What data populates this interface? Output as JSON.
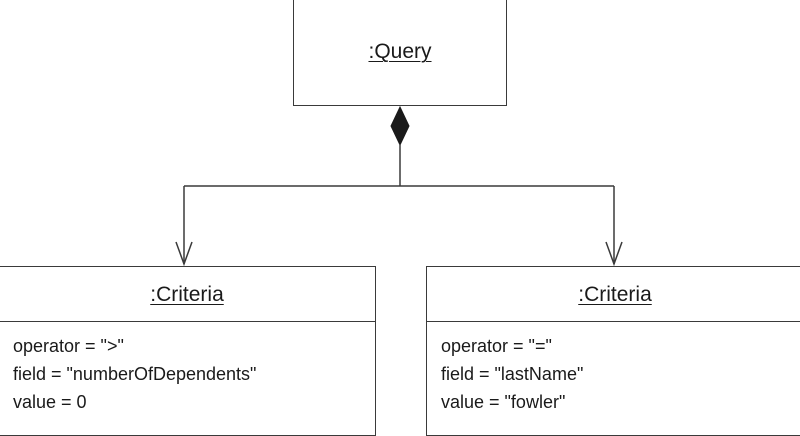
{
  "query": {
    "title": ":Query"
  },
  "criteria": [
    {
      "title": ":Criteria",
      "attributes": [
        "operator = \">\"",
        "field = \"numberOfDependents\"",
        "value = 0"
      ]
    },
    {
      "title": ":Criteria",
      "attributes": [
        "operator = \"=\"",
        "field = \"lastName\"",
        "value = \"fowler\""
      ]
    }
  ]
}
